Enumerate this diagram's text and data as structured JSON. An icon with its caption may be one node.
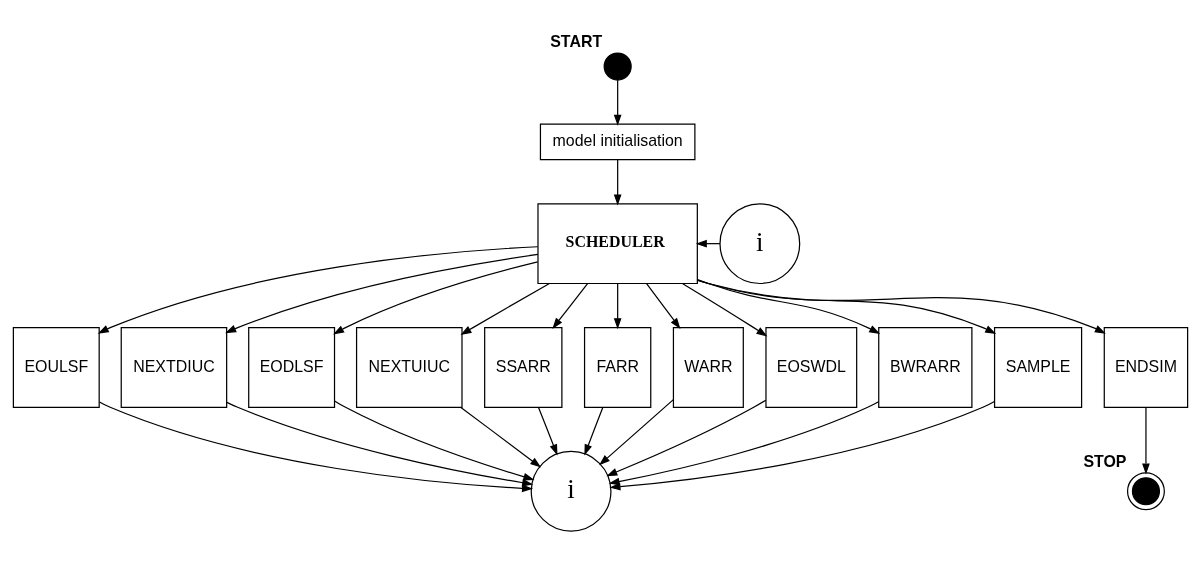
{
  "diagram": {
    "nodes": [
      {
        "text": [],
        "shape": "circle",
        "beside": [
          "START"
        ]
      },
      {
        "text": [
          "model initialisation"
        ]
      },
      {
        "text": [
          "SCHEDULER"
        ]
      },
      {
        "text": [
          "i"
        ]
      },
      {
        "text": [
          "EOULSF"
        ]
      },
      {
        "text": [
          "NEXTDIUC"
        ]
      },
      {
        "text": [
          "EODLSF"
        ]
      },
      {
        "text": [
          "NEXTUIUC"
        ]
      },
      {
        "text": [
          "SSARR"
        ]
      },
      {
        "text": [
          "FARR"
        ]
      },
      {
        "text": [
          "WARR"
        ]
      },
      {
        "text": [
          "EOSWDL"
        ]
      },
      {
        "text": [
          "BWRARR"
        ]
      },
      {
        "text": [
          "SAMPLE"
        ]
      },
      {
        "text": [
          "ENDSIM"
        ]
      },
      {
        "text": [
          "i"
        ]
      },
      {
        "text": [],
        "shape": "circle",
        "beside": [
          "STOP"
        ]
      }
    ],
    "edges": [
      {
        "from": 0,
        "to": 1,
        "arrow": "to"
      },
      {
        "from": 1,
        "to": 2,
        "arrow": "to"
      },
      {
        "from": 3,
        "to": 2,
        "arrow": "to"
      },
      {
        "from": 2,
        "to": 4,
        "arrow": "to"
      },
      {
        "from": 2,
        "to": 5,
        "arrow": "to"
      },
      {
        "from": 2,
        "to": 6,
        "arrow": "to"
      },
      {
        "from": 2,
        "to": 7,
        "arrow": "to"
      },
      {
        "from": 2,
        "to": 8,
        "arrow": "to"
      },
      {
        "from": 2,
        "to": 9,
        "arrow": "to"
      },
      {
        "from": 2,
        "to": 10,
        "arrow": "to"
      },
      {
        "from": 2,
        "to": 11,
        "arrow": "to"
      },
      {
        "from": 2,
        "to": 12,
        "arrow": "to"
      },
      {
        "from": 2,
        "to": 13,
        "arrow": "to"
      },
      {
        "from": 2,
        "to": 14,
        "arrow": "to"
      },
      {
        "from": 4,
        "to": 15,
        "arrow": "to"
      },
      {
        "from": 5,
        "to": 15,
        "arrow": "to"
      },
      {
        "from": 6,
        "to": 15,
        "arrow": "to"
      },
      {
        "from": 7,
        "to": 15,
        "arrow": "to"
      },
      {
        "from": 8,
        "to": 15,
        "arrow": "to"
      },
      {
        "from": 9,
        "to": 15,
        "arrow": "to"
      },
      {
        "from": 10,
        "to": 15,
        "arrow": "to"
      },
      {
        "from": 11,
        "to": 15,
        "arrow": "to"
      },
      {
        "from": 12,
        "to": 15,
        "arrow": "to"
      },
      {
        "from": 13,
        "to": 15,
        "arrow": "to"
      },
      {
        "from": 14,
        "to": 16,
        "arrow": "to"
      }
    ]
  }
}
